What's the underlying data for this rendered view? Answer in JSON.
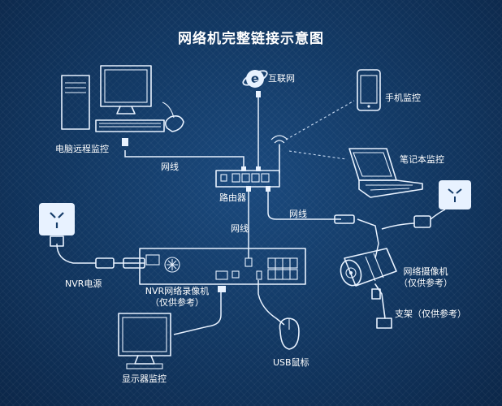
{
  "title": "网络机完整链接示意图",
  "labels": {
    "internet": "互联网",
    "phone": "手机监控",
    "pc": "电脑远程监控",
    "laptop": "笔记本监控",
    "net_cable_1": "网线",
    "router": "路由器",
    "net_cable_2": "网线",
    "net_cable_3": "网线",
    "nvr_power": "NVR电源",
    "nvr_line1": "NVR网络录像机",
    "nvr_line2": "（仅供参考）",
    "camera_line1": "网络摄像机",
    "camera_line2": "（仅供参考）",
    "bracket": "支架（仅供参考）",
    "usb_mouse": "USB鼠标",
    "monitor": "显示器监控"
  },
  "icons": [
    "internet-explorer-icon",
    "phone-icon",
    "desktop-pc-icon",
    "laptop-icon",
    "router-icon",
    "power-socket-icon",
    "nvr-icon",
    "camera-icon",
    "bracket-icon",
    "mouse-icon",
    "monitor-icon"
  ],
  "colors": {
    "background": "#133a66",
    "line": "#e8f2ff"
  }
}
